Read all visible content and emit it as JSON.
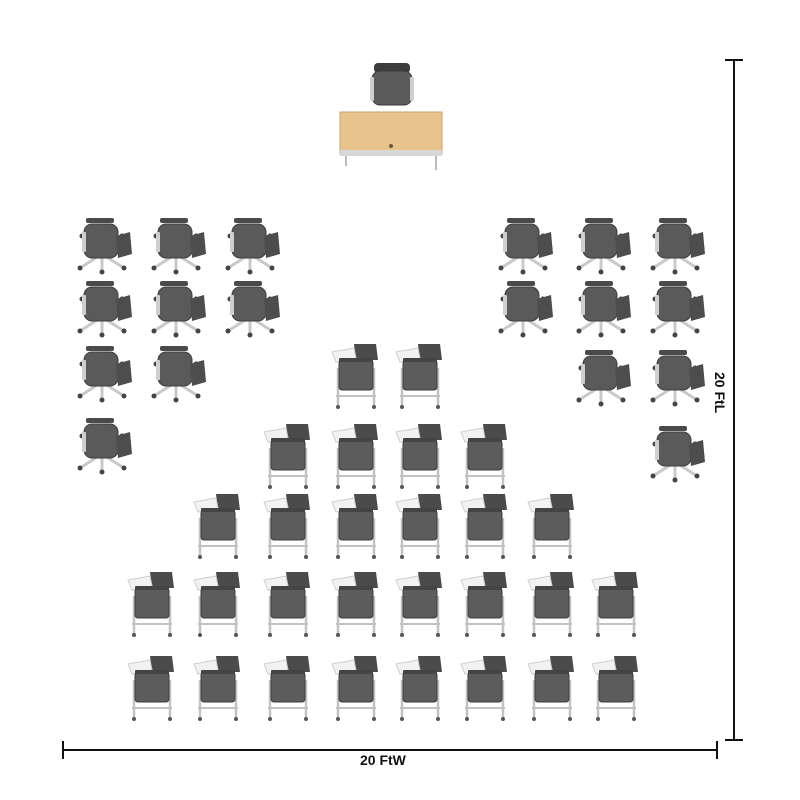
{
  "diagram": {
    "dimensions": {
      "width_label": "20 FtW",
      "length_label": "20 FtL"
    },
    "instructor": {
      "desk": "desk",
      "chair": "instructor-chair"
    },
    "seating_groups": [
      {
        "name": "left-cluster",
        "rows": [
          3,
          3,
          2,
          1
        ],
        "style": "swivel-tablet-chair"
      },
      {
        "name": "right-cluster",
        "rows": [
          3,
          3,
          2,
          1
        ],
        "style": "swivel-tablet-chair"
      },
      {
        "name": "center-pyramid",
        "rows": [
          2,
          4,
          6,
          8,
          8
        ],
        "style": "tablet-arm-chair"
      }
    ],
    "colors": {
      "desk": "#e8c48c",
      "seat": "#5a5a5a",
      "frame": "#bdbdbd",
      "line": "#111111"
    }
  }
}
